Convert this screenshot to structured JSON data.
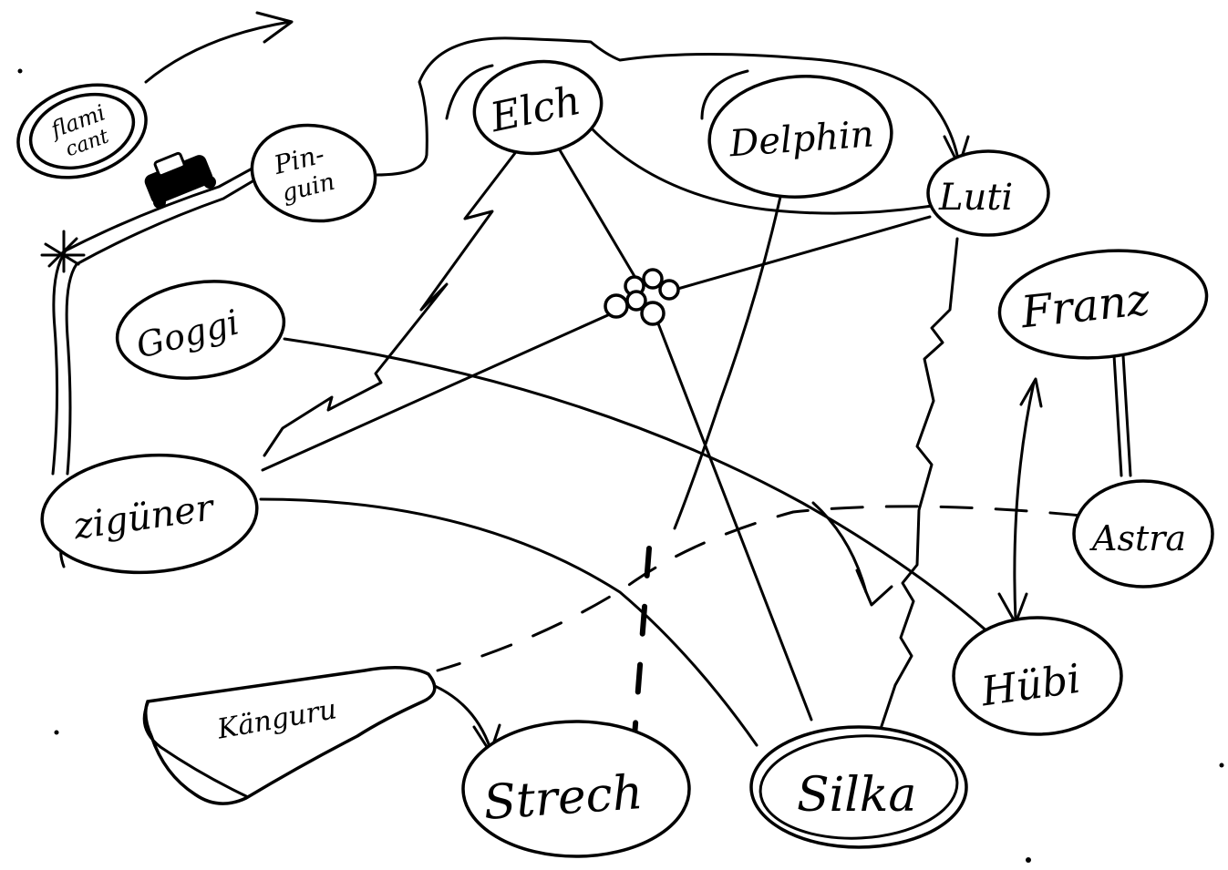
{
  "diagram": {
    "nodes": [
      {
        "id": "flamicant",
        "lines": [
          "flami",
          "cant"
        ]
      },
      {
        "id": "pinguin",
        "lines": [
          "Pin-",
          "guin"
        ]
      },
      {
        "id": "elch",
        "lines": [
          "Elch"
        ]
      },
      {
        "id": "delphin",
        "lines": [
          "Delphin"
        ]
      },
      {
        "id": "luti",
        "lines": [
          "Luti"
        ]
      },
      {
        "id": "franz",
        "lines": [
          "Franz"
        ]
      },
      {
        "id": "goggi",
        "lines": [
          "Goggi"
        ]
      },
      {
        "id": "zigeuner",
        "lines": [
          "zigüner"
        ]
      },
      {
        "id": "astra",
        "lines": [
          "Astra"
        ]
      },
      {
        "id": "hubi",
        "lines": [
          "Hübi"
        ]
      },
      {
        "id": "kanguru",
        "lines": [
          "Känguru"
        ]
      },
      {
        "id": "strech",
        "lines": [
          "Strech"
        ]
      },
      {
        "id": "silka",
        "lines": [
          "Silka"
        ]
      }
    ],
    "edges": [
      {
        "from": "flamicant",
        "to": "",
        "style": "arrow"
      },
      {
        "from": "pinguin",
        "to": "zigeuner",
        "style": "double-road"
      },
      {
        "from": "pinguin",
        "to": "luti",
        "style": "arrow"
      },
      {
        "from": "elch",
        "to": "luti",
        "style": "solid"
      },
      {
        "from": "elch",
        "to": "zigeuner",
        "style": "lightning"
      },
      {
        "from": "elch",
        "to": "silka",
        "style": "solid"
      },
      {
        "from": "delphin",
        "to": "strech",
        "style": "solid"
      },
      {
        "from": "luti",
        "to": "zigeuner",
        "style": "solid"
      },
      {
        "from": "luti",
        "to": "silka",
        "style": "lightning"
      },
      {
        "from": "goggi",
        "to": "hubi",
        "style": "solid"
      },
      {
        "from": "zigeuner",
        "to": "silka",
        "style": "solid"
      },
      {
        "from": "franz",
        "to": "astra",
        "style": "double"
      },
      {
        "from": "franz",
        "to": "hubi",
        "style": "double-arrow"
      },
      {
        "from": "astra",
        "to": "kanguru",
        "style": "dashed"
      },
      {
        "from": "kanguru",
        "to": "strech",
        "style": "arrow"
      },
      {
        "from": "strech",
        "to": "",
        "style": "dashed-bold"
      }
    ]
  }
}
